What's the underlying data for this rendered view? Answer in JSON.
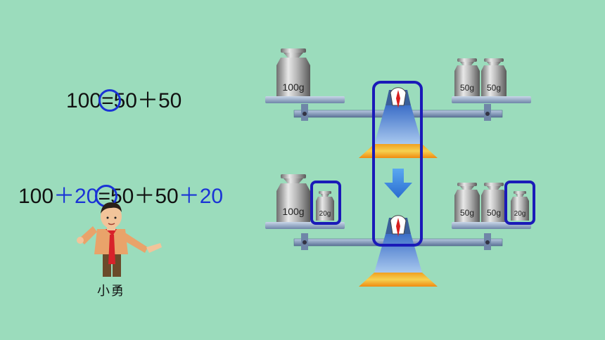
{
  "equation_top": {
    "left": "100",
    "equals": "=",
    "right": "50＋50"
  },
  "equation_bottom": {
    "left": "100",
    "plus_left": "＋20",
    "equals": "=",
    "right": "50＋50",
    "plus_right": "＋20"
  },
  "character": {
    "name": "小勇"
  },
  "scale_top": {
    "left_weights": [
      "100g"
    ],
    "right_weights": [
      "50g",
      "50g"
    ]
  },
  "scale_bottom": {
    "left_weights": [
      "100g",
      "20g"
    ],
    "right_weights": [
      "50g",
      "50g",
      "20g"
    ]
  },
  "colors": {
    "background": "#9bdcbc",
    "highlight": "#1a33d6",
    "arrow": "#3a8ee6"
  }
}
